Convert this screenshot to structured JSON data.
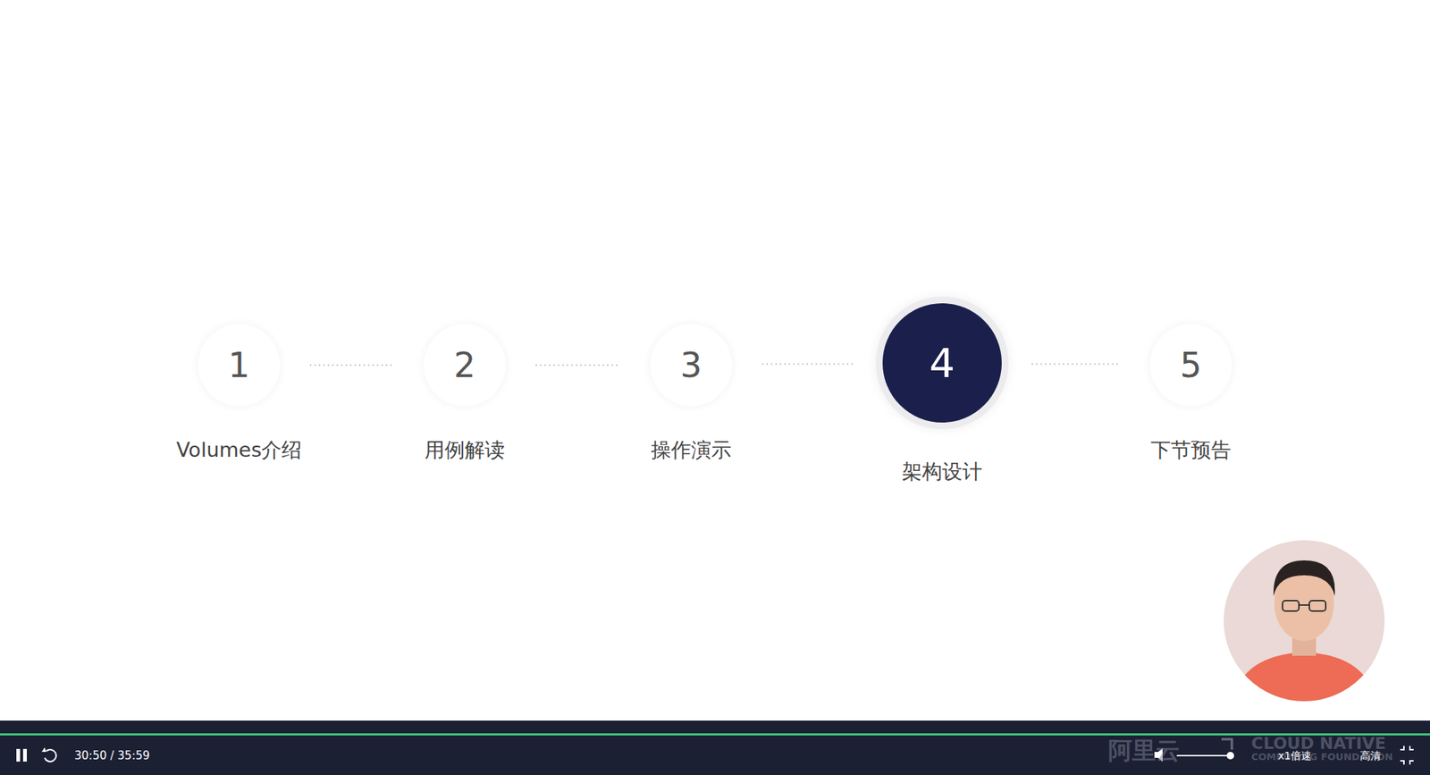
{
  "diagram": {
    "nodes": [
      {
        "text": [
          "1",
          "Volumes介绍"
        ]
      },
      {
        "text": [
          "2",
          "用例解读"
        ]
      },
      {
        "text": [
          "3",
          "操作演示"
        ]
      },
      {
        "text": [
          "4",
          "架构设计"
        ]
      },
      {
        "text": [
          "5",
          "下节预告"
        ]
      }
    ],
    "edges": [
      {
        "from": 0,
        "to": 1,
        "arrow": "none"
      },
      {
        "from": 1,
        "to": 2,
        "arrow": "none"
      },
      {
        "from": 2,
        "to": 3,
        "arrow": "none"
      },
      {
        "from": 3,
        "to": 4,
        "arrow": "none"
      }
    ],
    "labels": [
      "30:50 / 35:59",
      "阿里云",
      "CLOUD NATIVE",
      "COMPUTING FOUNDATION",
      "x1倍速",
      "高清"
    ]
  }
}
